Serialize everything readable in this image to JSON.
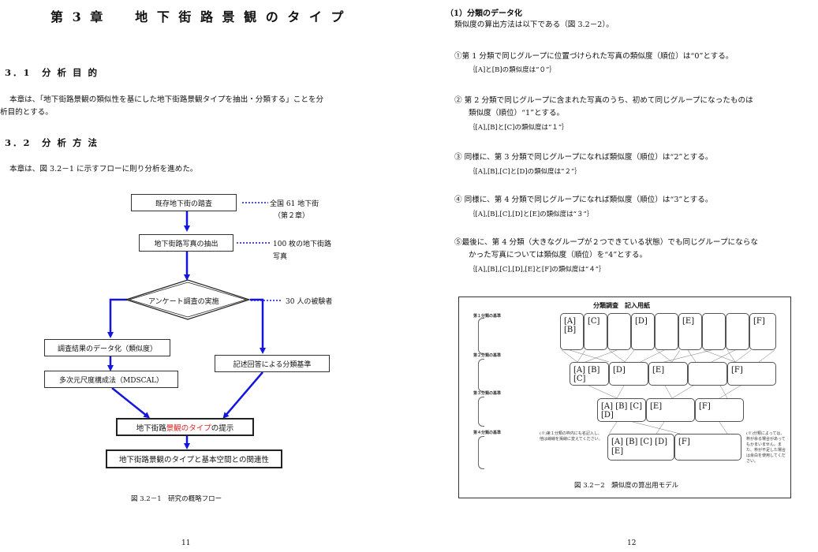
{
  "left": {
    "chapter_title": "第 3 章　　地 下 街 路 景 観 の タ イ プ",
    "sec1_heading": "3．1　分 析 目 的",
    "sec1_body_line1": "本章は、「地下街路景観の類似性を基にした地下街路景観タイプを抽出・分類する」ことを分",
    "sec1_body_line2": "析目的とする。",
    "sec2_heading": "3．2　分 析 方 法",
    "sec2_body": "本章は、図 3.2－1 に示すフローに則り分析を進めた。",
    "flow": {
      "box1": "既存地下街の踏査",
      "note1_line1": "全国 61 地下街",
      "note1_line2": "（第２章）",
      "box2": "地下街路写真の抽出",
      "note2_line1": "100 枚の地下街路",
      "note2_line2": "写真",
      "diamond": "アンケート調査の実施",
      "note3": "30 人の被験者",
      "box_left1": "調査結果のデータ化（類似度）",
      "box_left2": "多次元尺度構成法（MDSCAL）",
      "box_right": "記述回答による分類基準",
      "box_type_pre": "地下街路",
      "box_type_red": "景観のタイプ",
      "box_type_post": "の提示",
      "box_final": "地下街路景観のタイプと基本空間との関連性"
    },
    "caption": "図 3.2－1　研究の概略フロー",
    "page_number": "11"
  },
  "right": {
    "heading": "（1）分類のデータ化",
    "intro": "類似度の算出方法は以下である（図 3.2－2）。",
    "items": [
      {
        "line1": "①第 1 分類で同じグループに位置づけられた写真の類似度（順位）は“0”とする。",
        "line2": "",
        "example": "｛[A]と[B]の類似度は“０”｝"
      },
      {
        "line1": "② 第 2 分類で同じグループに含まれた写真のうち、初めて同じグループになったものは",
        "line2": "類似度（順位）“1”とする。",
        "example": "｛[A],[B]と[C]の類似度は“１”｝"
      },
      {
        "line1": "③ 同様に、第 3 分類で同じグループになれば類似度（順位）は“2”とする。",
        "line2": "",
        "example": "｛[A],[B],[C]と[D]の類似度は“２”｝"
      },
      {
        "line1": "④ 同様に、第 4 分類で同じグループになれば類似度（順位）は“3”とする。",
        "line2": "",
        "example": "｛[A],[B],[C],[D]と[E]の類似度は“３”｝"
      },
      {
        "line1": "⑤最後に、第 4 分類（大きなグループが２つできている状態）でも同じグループにならな",
        "line2": "かった写真については類似度（順位）を“4”とする。",
        "example": "｛[A],[B],[C],[D],[E]と[F]の類似度は“４”｝"
      }
    ],
    "figure": {
      "title": "分類調査　記入用紙",
      "row_labels": [
        "第１分類の基準",
        "第２分類の基準",
        "第３分類の基準",
        "第４分類の基準"
      ],
      "row1": [
        "[A]\n[B]",
        "[C]",
        "",
        "[D]",
        "",
        "[E]",
        "",
        "",
        "[F]"
      ],
      "row2": [
        "[A] [B]\n[C]",
        "[D]",
        "[E]",
        "",
        "[F]"
      ],
      "row3": [
        "[A] [B] [C]\n[D]",
        "[E]",
        "[F]"
      ],
      "row4": [
        "[A] [B] [C] [D]\n[E]",
        "[F]"
      ],
      "note_left": "(※)第１分類の枠内にも名記入し、他は線線を掲線に変えてください。",
      "note_right": "(※)分類によっては、枠が余る場合があってもかまいません。また、枠が不足した場合は余白を使用してください。"
    },
    "caption": "図 3.2－2　類似度の算出用モデル",
    "page_number": "12"
  }
}
